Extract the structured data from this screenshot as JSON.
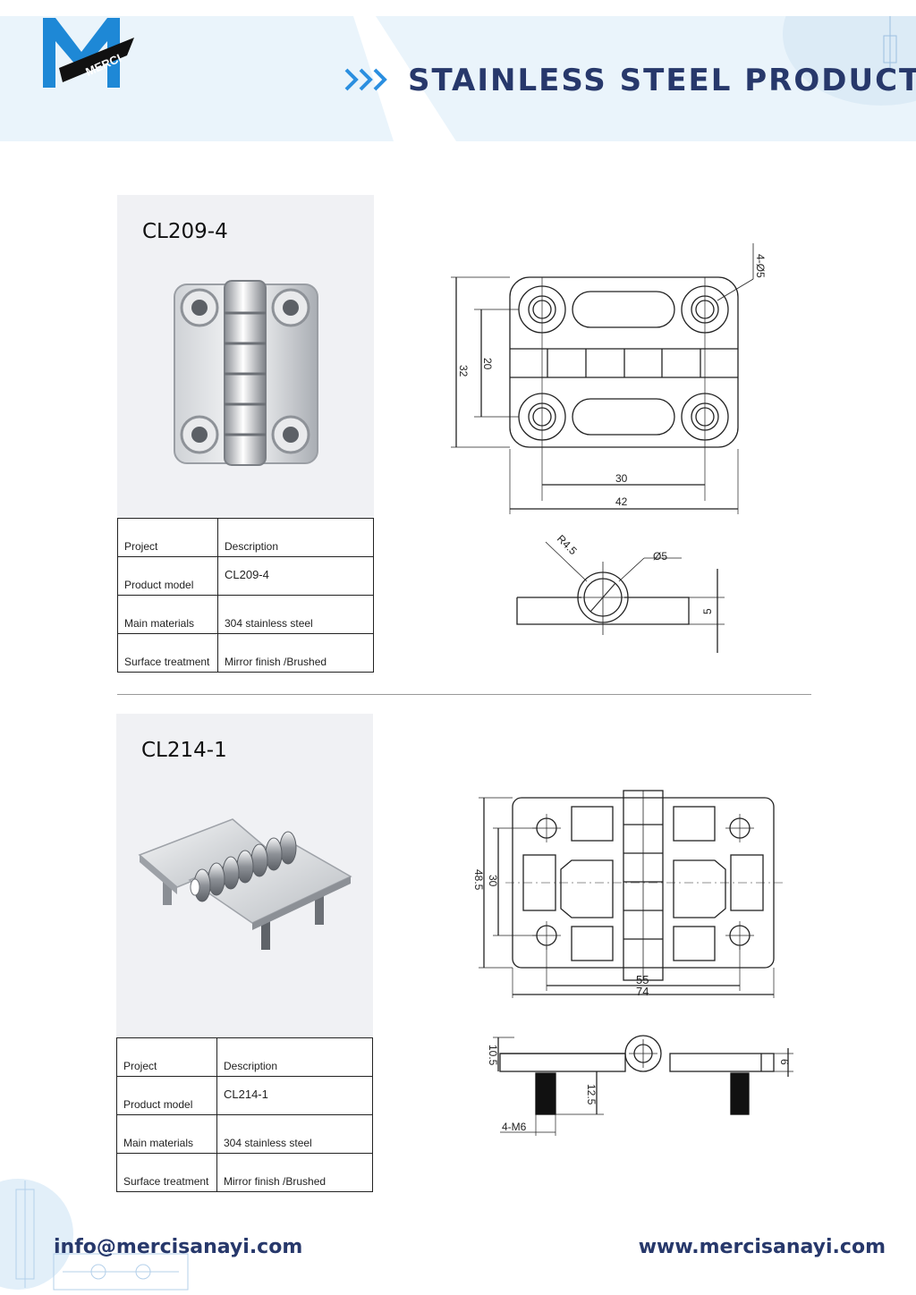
{
  "header": {
    "brand": "MERCI",
    "title": "STAINLESS STEEL PRODUCTS"
  },
  "colors": {
    "navy": "#27386b",
    "blue": "#1e88d6",
    "light_blue": "#eaf4fb"
  },
  "products": [
    {
      "model": "CL209-4",
      "table": {
        "header_left": "Project",
        "header_right": "Description",
        "rows": [
          {
            "label": "Product model",
            "value": "CL209-4"
          },
          {
            "label": "Main materials",
            "value": "304 stainless steel"
          },
          {
            "label": "Surface treatment",
            "value": "Mirror finish /Brushed"
          }
        ]
      },
      "dims": {
        "holes": "4-Ø5",
        "h_outer": "32",
        "h_inner": "20",
        "w_inner": "30",
        "w_outer": "42",
        "radius": "R4.5",
        "pin": "Ø5",
        "thickness": "5"
      }
    },
    {
      "model": "CL214-1",
      "table": {
        "header_left": "Project",
        "header_right": "Description",
        "rows": [
          {
            "label": "Product model",
            "value": "CL214-1"
          },
          {
            "label": "Main materials",
            "value": "304 stainless steel"
          },
          {
            "label": "Surface treatment",
            "value": "Mirror finish /Brushed"
          }
        ]
      },
      "dims": {
        "h_outer": "48.5",
        "h_inner": "30",
        "w_inner": "55",
        "w_outer": "74",
        "height": "10.5",
        "stud_len": "12.5",
        "stud": "4-M6",
        "thickness": "6"
      }
    }
  ],
  "footer": {
    "email": "info@mercisanayi.com",
    "website": "www.mercisanayi.com"
  }
}
